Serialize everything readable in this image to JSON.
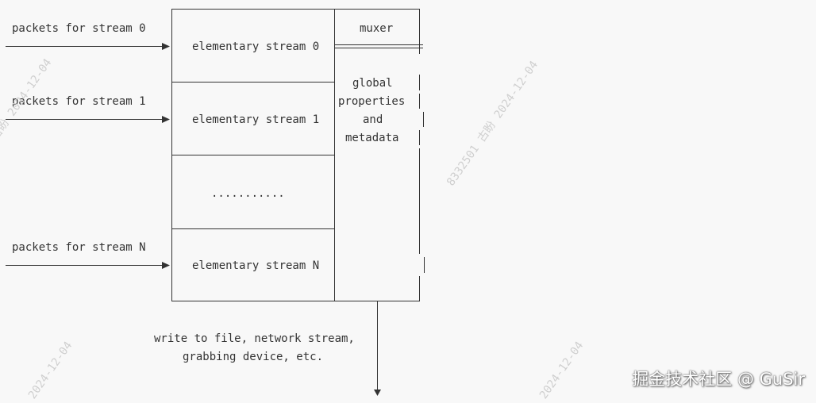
{
  "inputs": [
    {
      "label": "packets for stream 0"
    },
    {
      "label": "packets for stream 1"
    },
    {
      "label": "packets for stream N"
    }
  ],
  "streams": [
    {
      "label": "elementary stream 0"
    },
    {
      "label": "elementary stream 1"
    },
    {
      "label": "elementary stream N"
    }
  ],
  "ellipsis": "...........",
  "muxer": {
    "title": "muxer",
    "properties_lines": [
      "global",
      "properties",
      "and",
      "metadata"
    ]
  },
  "output": {
    "lines": [
      "write to file, network stream,",
      "grabbing device, etc."
    ]
  },
  "watermarks": {
    "diagonal": [
      "8332501 古盼 2024-12-04",
      "古盼 2024-12-04",
      "2024-12-04",
      "2024-12-04"
    ],
    "footer": "掘金技术社区 @ GuSir"
  }
}
